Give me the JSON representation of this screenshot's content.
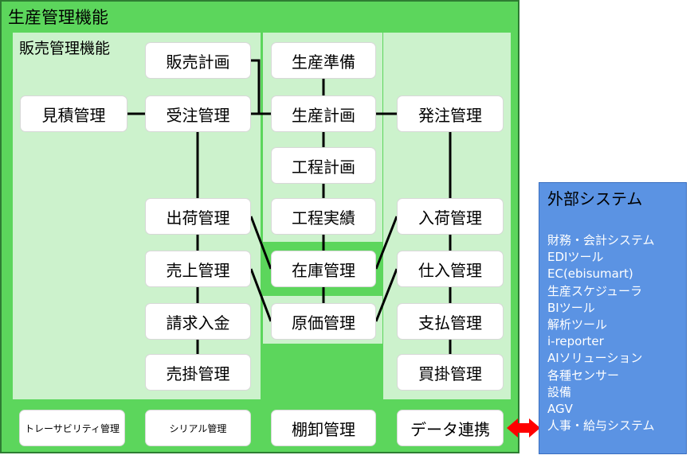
{
  "outer": {
    "title": "生産管理機能"
  },
  "sales_panel": {
    "title": "販売管理機能"
  },
  "boxes": {
    "hanbai_keikaku": "販売計画",
    "mitsumori": "見積管理",
    "juchu": "受注管理",
    "shukka": "出荷管理",
    "uriage": "売上管理",
    "seikyu": "請求入金",
    "urikake": "売掛管理",
    "seisan_junbi": "生産準備",
    "seisan_keikaku": "生産計画",
    "koutei_keikaku": "工程計画",
    "koutei_jisseki": "工程実績",
    "zaiko": "在庫管理",
    "genka": "原価管理",
    "hatchu": "発注管理",
    "nyuka": "入荷管理",
    "shiire": "仕入管理",
    "shiharai": "支払管理",
    "kaikake": "買掛管理",
    "traceability": "トレーサビリティ管理",
    "serial": "シリアル管理",
    "tanaoroshi": "棚卸管理",
    "data_renkei": "データ連携"
  },
  "external": {
    "title": "外部システム",
    "items": [
      "財務・会計システム",
      "EDIツール",
      "EC(ebisumart)",
      "生産スケジューラ",
      "BIツール",
      "解析ツール",
      "i-reporter",
      "AIソリューション",
      "各種センサー",
      "設備",
      "AGV",
      "人事・給与システム"
    ]
  },
  "colors": {
    "outer_bg": "#5cd65c",
    "panel_bg": "#ccf2cc",
    "external_bg": "#5b93e3",
    "arrow": "#ff0000"
  }
}
